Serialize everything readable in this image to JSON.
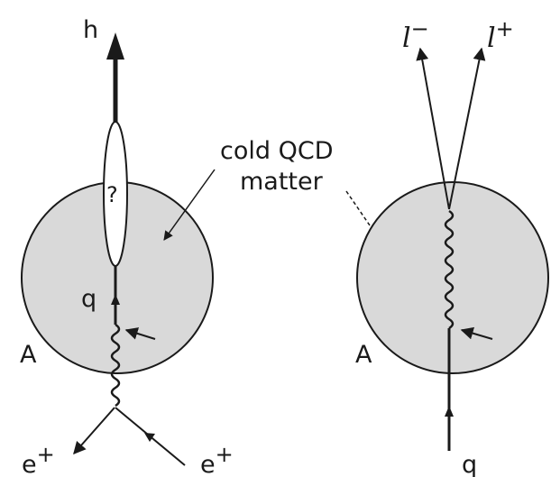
{
  "colors": {
    "background": "#ffffff",
    "sphere_fill": "#d9d9d9",
    "line": "#1a1a1a"
  },
  "left_diagram": {
    "hadron_label": "h",
    "unknown_label": "?",
    "quark_label": "q",
    "nucleus_label": "A",
    "positron_left": {
      "base": "e",
      "sup": "+"
    },
    "positron_right": {
      "base": "e",
      "sup": "+"
    }
  },
  "annotation": {
    "line1": "cold QCD",
    "line2": "matter"
  },
  "right_diagram": {
    "lepton_minus": {
      "base": "l",
      "sup": "−"
    },
    "lepton_plus": {
      "base": "l",
      "sup": "+"
    },
    "nucleus_label": "A",
    "quark_label": "q"
  }
}
